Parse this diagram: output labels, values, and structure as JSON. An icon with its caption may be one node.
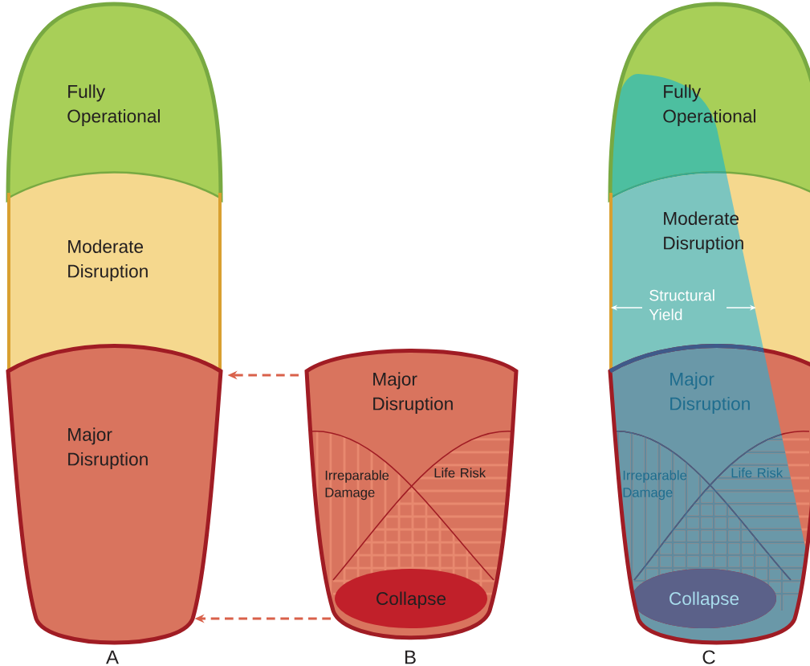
{
  "diagram": {
    "nodes": [
      {
        "text": [
          "Fully Operational"
        ]
      },
      {
        "text": [
          "Moderate Disruption"
        ]
      },
      {
        "text": [
          "Major Disruption"
        ]
      },
      {
        "text": [
          "Major Disruption"
        ]
      },
      {
        "text": [
          "Collapse"
        ],
        "in": 3
      },
      {
        "text": [
          "Fully Operational"
        ]
      },
      {
        "text": [
          "Moderate Disruption"
        ]
      },
      {
        "text": [
          "Major Disruption"
        ]
      },
      {
        "text": [
          "Collapse"
        ],
        "in": 7
      }
    ],
    "edges": [
      {
        "from": 3,
        "to": 2,
        "arrow": "to",
        "style": "dashed"
      },
      {
        "from": 3,
        "to": 2,
        "arrow": "to",
        "style": "dashed"
      }
    ],
    "labels": [
      "Structural Yield",
      "Irreparable Damage",
      "Life Risk",
      "Irreparable Damage",
      "Life Risk",
      "A",
      "B",
      "C"
    ]
  }
}
